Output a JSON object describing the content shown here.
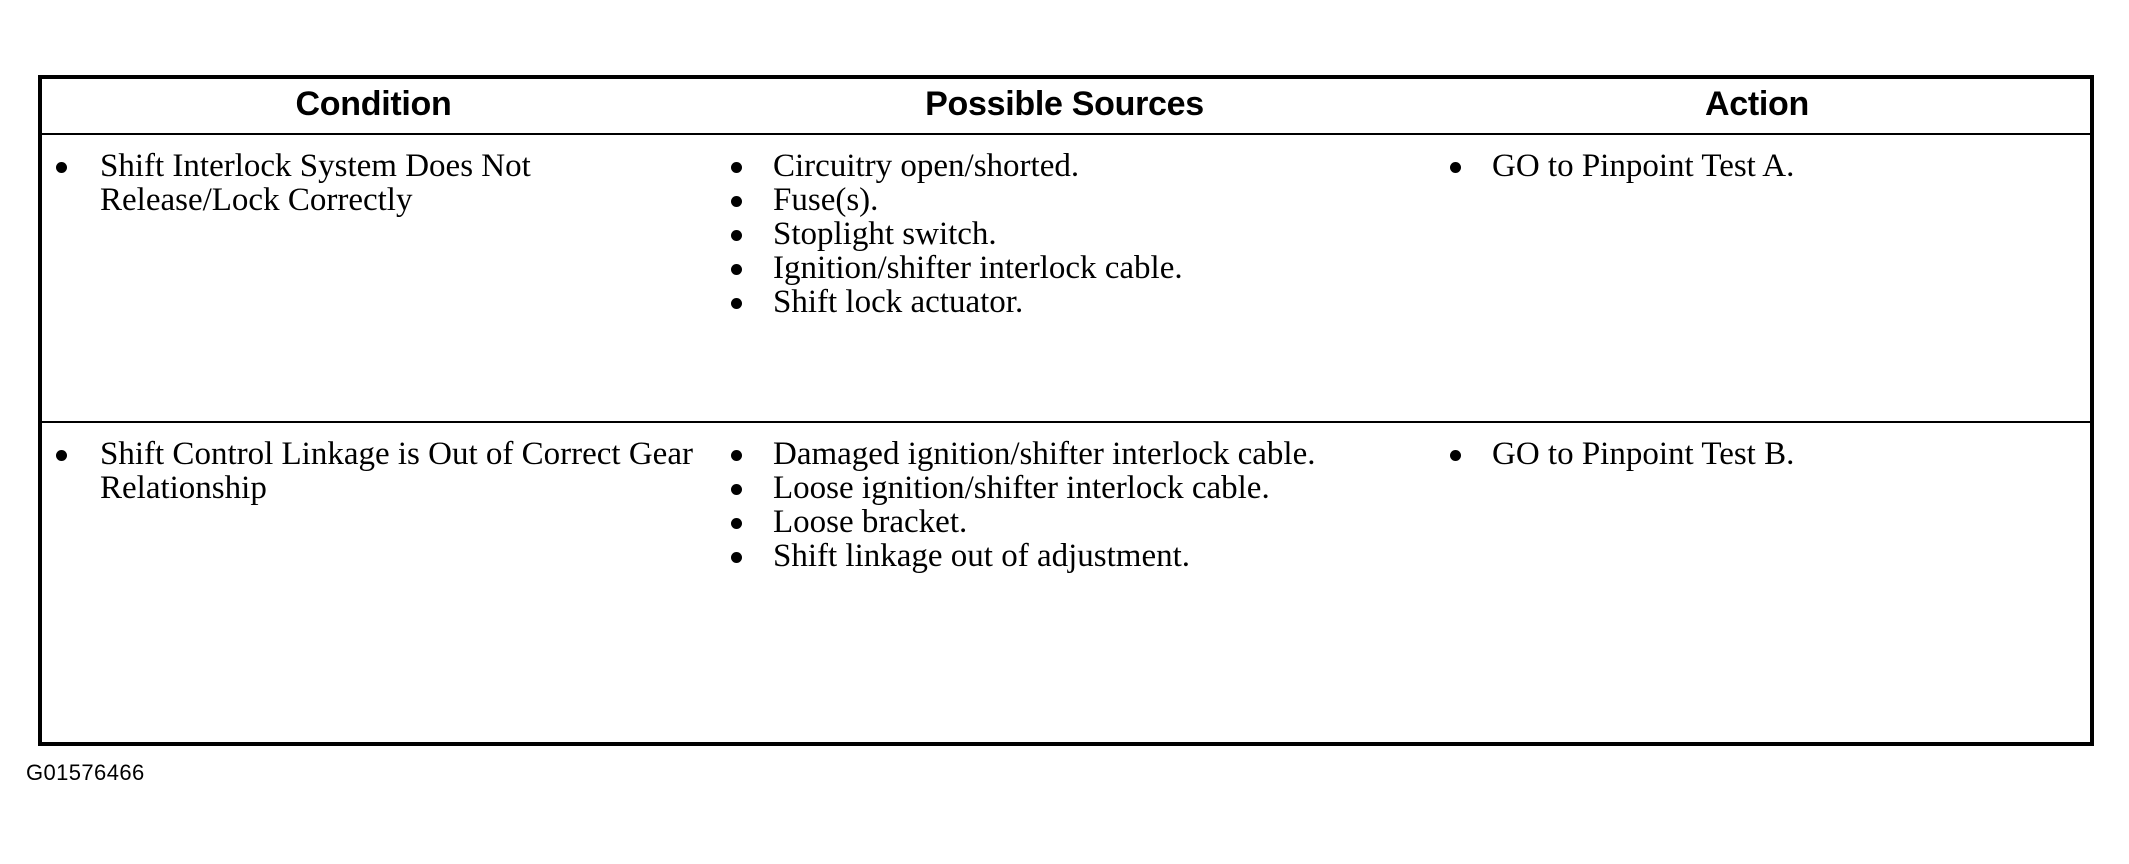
{
  "document": {
    "figure_code": "G01576466"
  },
  "table": {
    "headers": [
      {
        "label": "Condition"
      },
      {
        "label": "Possible Sources"
      },
      {
        "label": "Action"
      }
    ],
    "rows": [
      {
        "condition": [
          "Shift Interlock System Does Not Release/Lock Correctly"
        ],
        "possible_sources": [
          "Circuitry open/shorted.",
          "Fuse(s).",
          "Stoplight switch.",
          "Ignition/shifter interlock cable.",
          "Shift lock actuator."
        ],
        "action": [
          "GO to Pinpoint Test A."
        ]
      },
      {
        "condition": [
          "Shift Control Linkage is Out of Correct Gear Relationship"
        ],
        "possible_sources": [
          "Damaged ignition/shifter interlock cable.",
          "Loose ignition/shifter interlock cable.",
          "Loose bracket.",
          "Shift linkage out of adjustment."
        ],
        "action": [
          "GO to Pinpoint Test B."
        ]
      }
    ]
  },
  "colors": {
    "ink": "#000000",
    "paper": "#ffffff"
  }
}
